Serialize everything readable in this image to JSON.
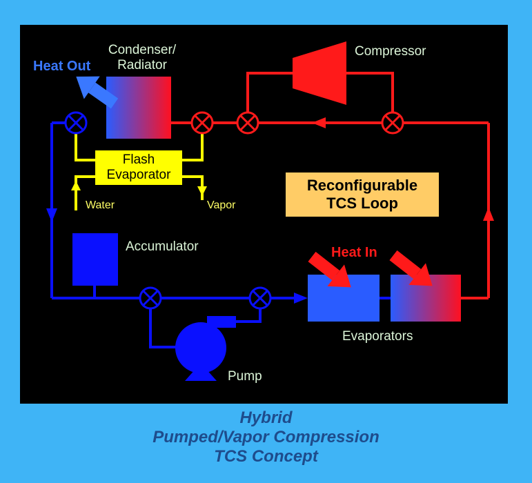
{
  "labels": {
    "condenser": [
      "Condenser/",
      "Radiator"
    ],
    "heat_out": "Heat Out",
    "compressor": "Compressor",
    "flash": [
      "Flash",
      "Evaporator"
    ],
    "water": "Water",
    "vapor": "Vapor",
    "tcs": [
      "Reconfigurable",
      "TCS Loop"
    ],
    "accumulator": "Accumulator",
    "heat_in": "Heat In",
    "evaporators": "Evaporators",
    "pump": "Pump"
  },
  "caption": [
    "Hybrid",
    "Pumped/Vapor Compression",
    "TCS Concept"
  ],
  "colors": {
    "background": "#3fb4f6",
    "panel": "#000000",
    "red_loop": "#ff1a1a",
    "blue_loop": "#0a10ff",
    "flash_evaporator": "#ffff00",
    "tcs_box": "#ffcc66",
    "caption": "#1e4c8c"
  }
}
